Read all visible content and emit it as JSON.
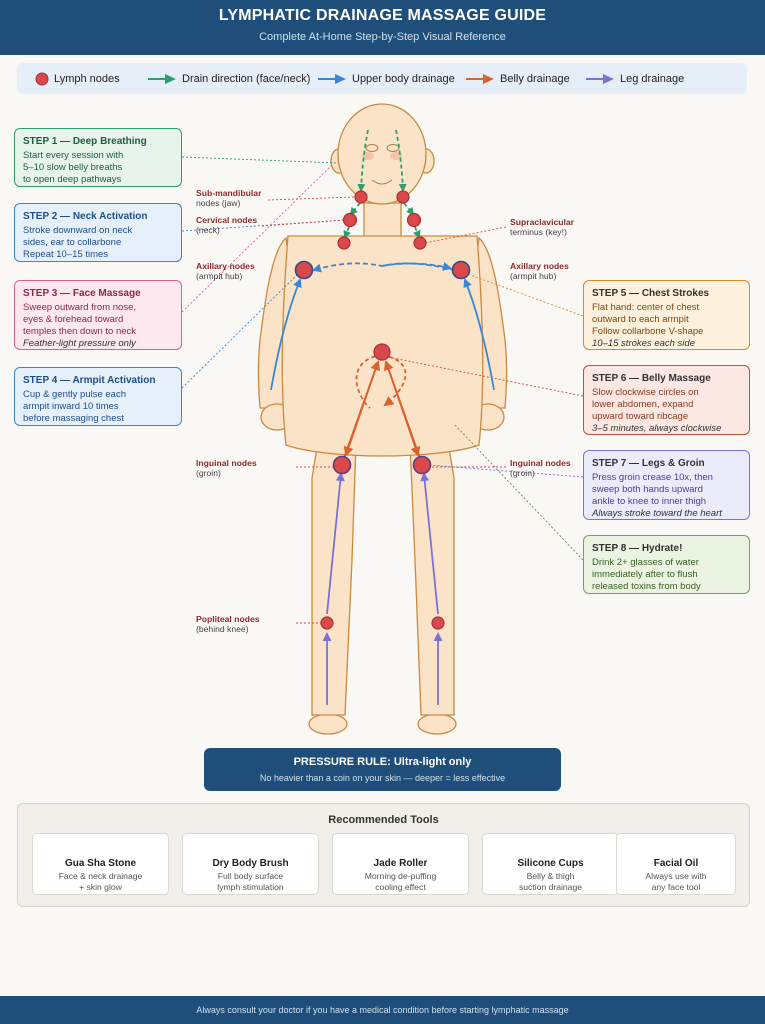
{
  "header": {
    "title": "LYMPHATIC DRAINAGE MASSAGE GUIDE",
    "subtitle": "Complete At-Home Step-by-Step Visual Reference"
  },
  "legend": {
    "nodes": "Lymph nodes",
    "face": "Drain direction (face/neck)",
    "upper": "Upper body drainage",
    "belly": "Belly drainage",
    "leg": "Leg drainage"
  },
  "colors": {
    "node": "#d9484a",
    "face": "#2e9e6a",
    "upper": "#3b86d4",
    "belly": "#d9622e",
    "leg": "#7b72d6"
  },
  "node_labels": {
    "submandibular": {
      "name": "Sub-mandibular",
      "sub": "nodes (jaw)"
    },
    "cervical": {
      "name": "Cervical nodes",
      "sub": "(neck)"
    },
    "supraclavicular": {
      "name": "Supraclavicular",
      "sub": "terminus (key!)"
    },
    "axillary_left": {
      "name": "Axillary nodes",
      "sub": "(armpit hub)"
    },
    "axillary_right": {
      "name": "Axillary nodes",
      "sub": "(armpit hub)"
    },
    "inguinal_left": {
      "name": "Inguinal nodes",
      "sub": "(groin)"
    },
    "inguinal_right": {
      "name": "Inguinal nodes",
      "sub": "(groin)"
    },
    "popliteal": {
      "name": "Popliteal nodes",
      "sub": "(behind knee)"
    }
  },
  "steps": {
    "s1": {
      "title": "STEP 1 — Deep Breathing",
      "lines": [
        "Start every session with",
        "5–10 slow belly breaths",
        "to open deep pathways"
      ]
    },
    "s2": {
      "title": "STEP 2 — Neck Activation",
      "lines": [
        "Stroke downward on neck",
        "sides, ear to collarbone",
        "Repeat 10–15 times"
      ]
    },
    "s3": {
      "title": "STEP 3 — Face Massage",
      "lines": [
        "Sweep outward from nose,",
        "eyes & forehead toward",
        "temples then down to neck"
      ],
      "note": "Feather-light pressure only"
    },
    "s4": {
      "title": "STEP 4 — Armpit Activation",
      "lines": [
        "Cup & gently pulse each",
        "armpit inward 10 times",
        "before massaging chest"
      ]
    },
    "s5": {
      "title": "STEP 5 — Chest Strokes",
      "lines": [
        "Flat hand: center of chest",
        "outward to each armpit",
        "Follow collarbone V-shape"
      ],
      "note": "10–15 strokes each side"
    },
    "s6": {
      "title": "STEP 6 — Belly Massage",
      "lines": [
        "Slow clockwise circles on",
        "lower abdomen, expand",
        "upward toward ribcage"
      ],
      "note": "3–5 minutes, always clockwise"
    },
    "s7": {
      "title": "STEP 7 — Legs & Groin",
      "lines": [
        "Press groin crease 10x, then",
        "sweep both hands upward",
        "ankle to knee to inner thigh"
      ],
      "note": "Always stroke toward the heart"
    },
    "s8": {
      "title": "STEP 8 — Hydrate!",
      "lines": [
        "Drink 2+ glasses of water",
        "immediately after to flush",
        "released toxins from body"
      ]
    }
  },
  "pressure": {
    "title": "PRESSURE RULE: Ultra-light only",
    "subtitle": "No heavier than a coin on your skin — deeper = less effective"
  },
  "tools": {
    "title": "Recommended Tools",
    "items": [
      {
        "name": "Gua Sha Stone",
        "desc": "Face & neck drainage\n+ skin glow"
      },
      {
        "name": "Dry Body Brush",
        "desc": "Full body surface\nlymph stimulation"
      },
      {
        "name": "Jade Roller",
        "desc": "Morning de-puffing\ncooling effect"
      },
      {
        "name": "Silicone Cups",
        "desc": "Belly & thigh\nsuction drainage"
      },
      {
        "name": "Facial Oil",
        "desc": "Always use with\nany face tool"
      }
    ]
  },
  "footer": "Always consult your doctor if you have a medical condition before starting lymphatic massage"
}
